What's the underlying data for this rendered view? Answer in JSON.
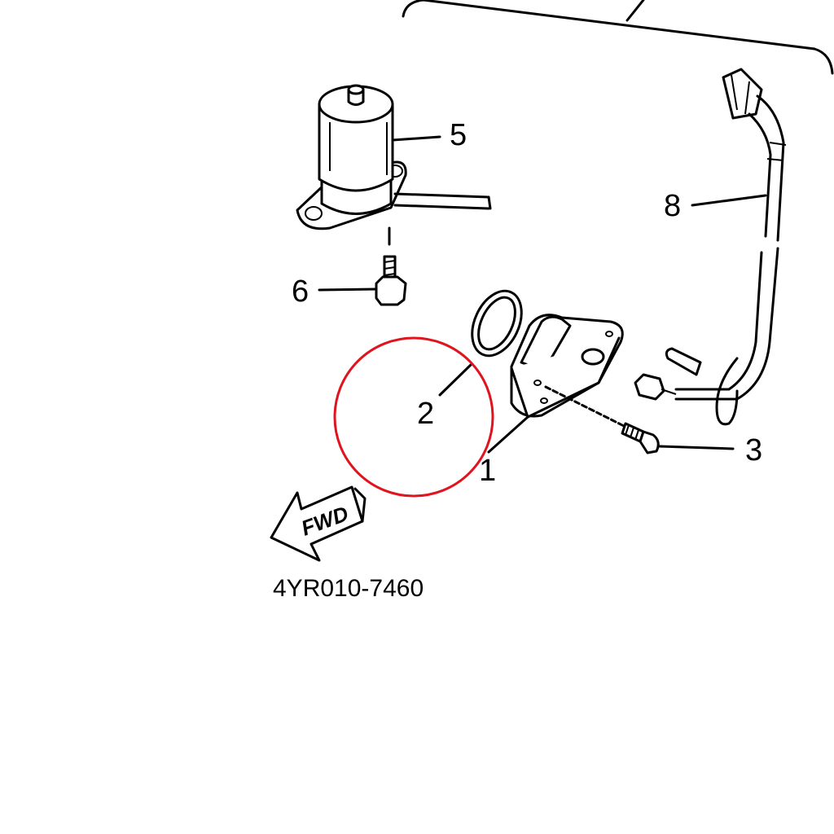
{
  "callouts": {
    "part_1": "1",
    "part_2": "2",
    "part_3": "3",
    "part_5": "5",
    "part_6": "6",
    "part_8": "8"
  },
  "direction_arrow": "FWD",
  "diagram_code": "4YR010-7460",
  "highlight": {
    "target": "2",
    "color": "#e0141e"
  },
  "icons": {
    "solenoid": "solenoid-icon",
    "bolt": "bolt-icon",
    "o_ring": "o-ring-icon",
    "sensor": "sensor-icon",
    "screw": "screw-icon",
    "wire_lead": "wire-lead-icon",
    "fwd_arrow": "fwd-arrow-icon"
  }
}
